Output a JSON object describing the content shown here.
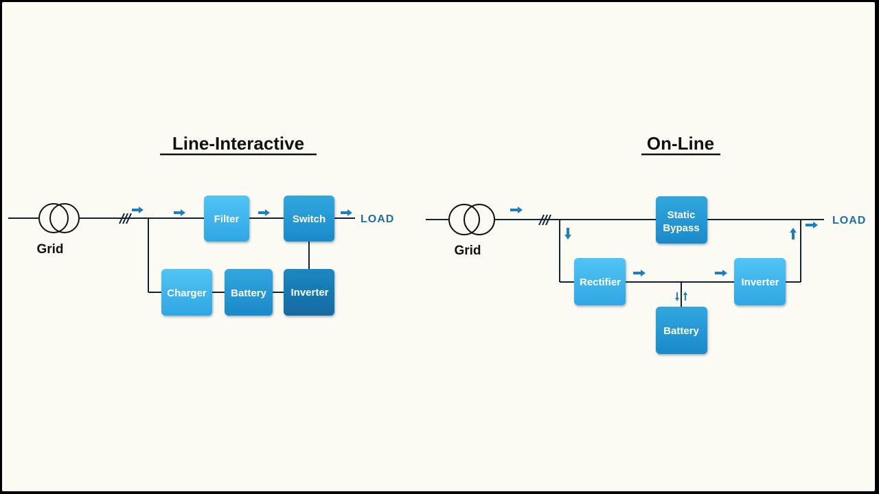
{
  "colors": {
    "block_light": "#3fb6ee",
    "block_mid": "#2596d2",
    "block_dark": "#1679b3",
    "wire": "#0d2233",
    "arrow": "#1e7fc0",
    "load_text": "#1d6fa3"
  },
  "line_interactive": {
    "title": "Line-Interactive",
    "grid_label": "Grid",
    "load_label": "LOAD",
    "blocks": {
      "filter": "Filter",
      "switch": "Switch",
      "charger": "Charger",
      "battery": "Battery",
      "inverter": "Inverter"
    }
  },
  "on_line": {
    "title": "On-Line",
    "grid_label": "Grid",
    "load_label": "LOAD",
    "blocks": {
      "static_bypass_line1": "Static",
      "static_bypass_line2": "Bypass",
      "rectifier": "Rectifier",
      "inverter": "Inverter",
      "battery": "Battery"
    }
  }
}
